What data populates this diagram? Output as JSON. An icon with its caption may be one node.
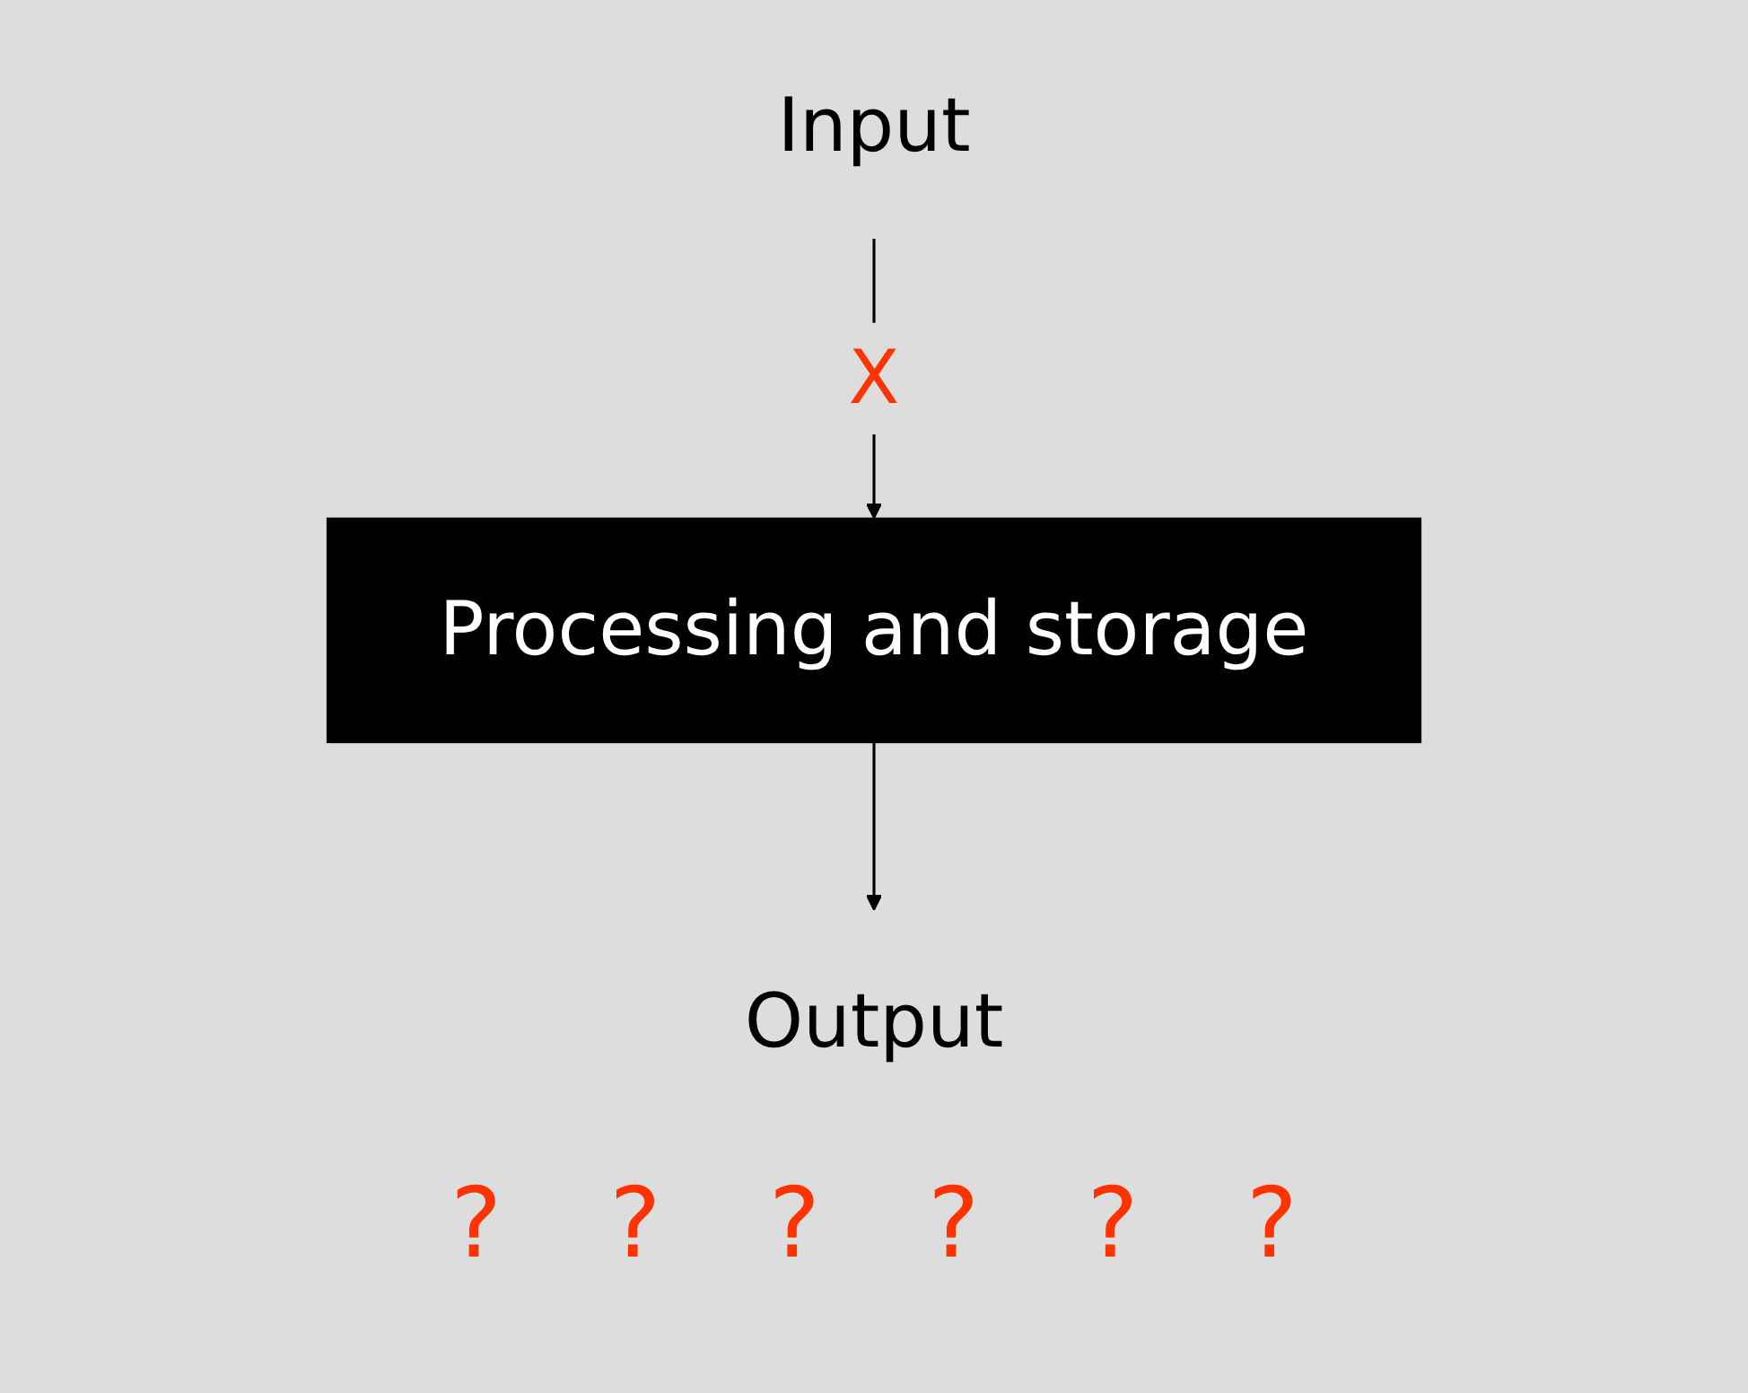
{
  "diagram": {
    "nodes": [
      {
        "text": [
          "Input"
        ]
      },
      {
        "text": [
          "Processing and storage"
        ]
      },
      {
        "text": [
          "Output"
        ]
      }
    ],
    "edges": [
      {
        "from": 0,
        "to": 1,
        "arrow": "to",
        "label": "X"
      },
      {
        "from": 1,
        "to": 2,
        "arrow": "to"
      }
    ],
    "labels": [
      "?",
      "?",
      "?",
      "?",
      "?",
      "?"
    ]
  }
}
